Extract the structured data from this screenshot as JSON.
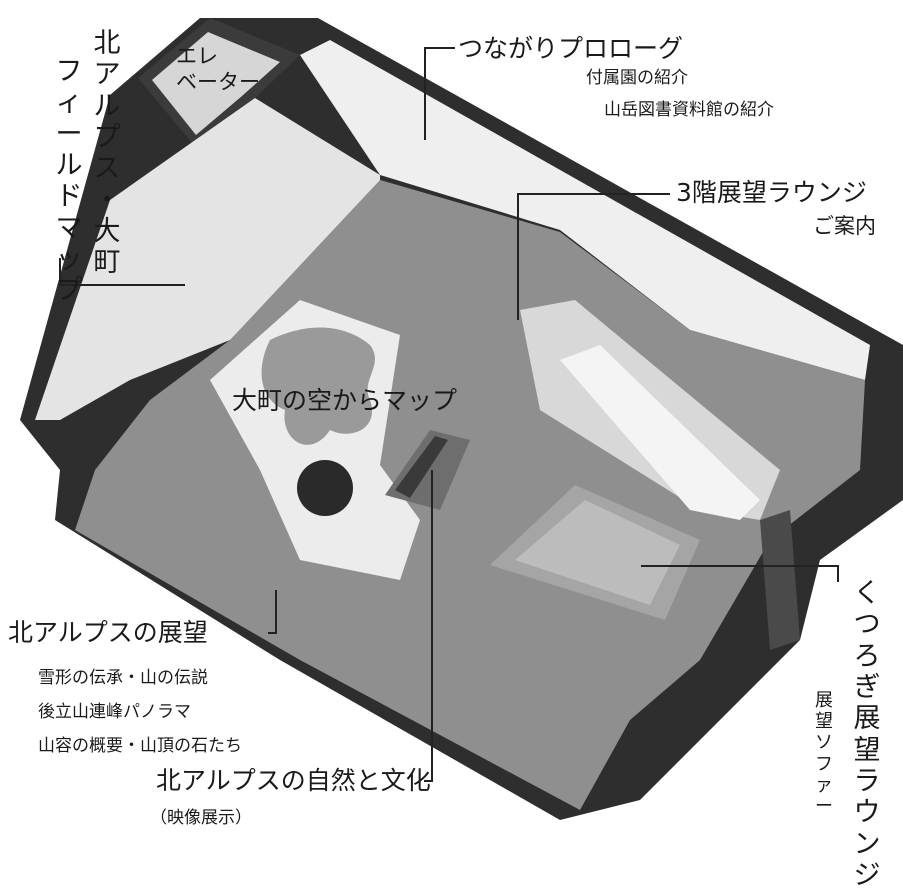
{
  "labels": {
    "elevator_line1": "エレ",
    "elevator_line2": "ベーター",
    "prologue_title": "つながりプロローグ",
    "prologue_sub1": "付属園の紹介",
    "prologue_sub2": "山岳図書資料館の紹介",
    "lounge3_title": "3階展望ラウンジ",
    "lounge3_sub": "ご案内",
    "sky_map": "大町の空からマップ",
    "north_alps_view_title": "北アルプスの展望",
    "north_alps_view_sub1": "雪形の伝承・山の伝説",
    "north_alps_view_sub2": "後立山連峰パノラマ",
    "north_alps_view_sub3": "山容の概要・山頂の石たち",
    "nature_culture_title": "北アルプスの自然と文化",
    "nature_culture_sub": "（映像展示）",
    "field_map_col1": "北アルプス・大町",
    "field_map_col2": "フィールドマップ",
    "relax_lounge": "くつろぎ展望ラウンジ",
    "sofa": "展望ソファー"
  },
  "colors": {
    "outer_wall": "#2e2e2e",
    "floor": "#8f8f8f",
    "light_wall": "#e9e9e9",
    "map_area": "#ececec",
    "terrain": "#9a9a9a",
    "dark_disk": "#2a2a2a",
    "leader": "#222222"
  }
}
